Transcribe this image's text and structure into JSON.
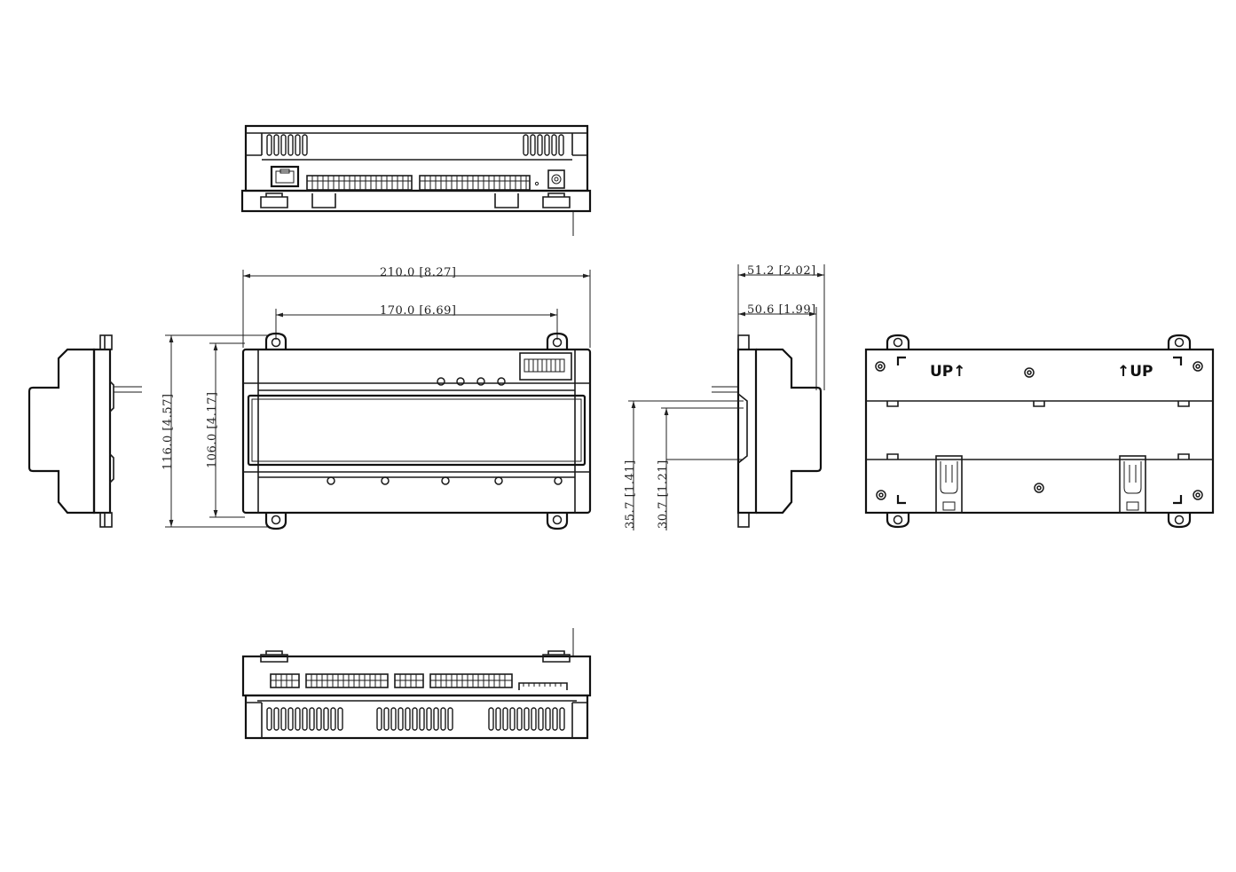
{
  "dimensions": {
    "overall_width": "210.0 [8.27]",
    "mount_hole_spacing": "170.0 [6.69]",
    "overall_height": "116.0 [4.57]",
    "body_height": "106.0 [4.17]",
    "side_depth_total": "51.2 [2.02]",
    "side_depth_body": "50.6 [1.99]",
    "rail_offset_a": "35.7 [1.41]",
    "rail_offset_b": "30.7 [1.21]"
  },
  "rear_view": {
    "up_left": "UP↑",
    "up_right": "↑UP"
  }
}
